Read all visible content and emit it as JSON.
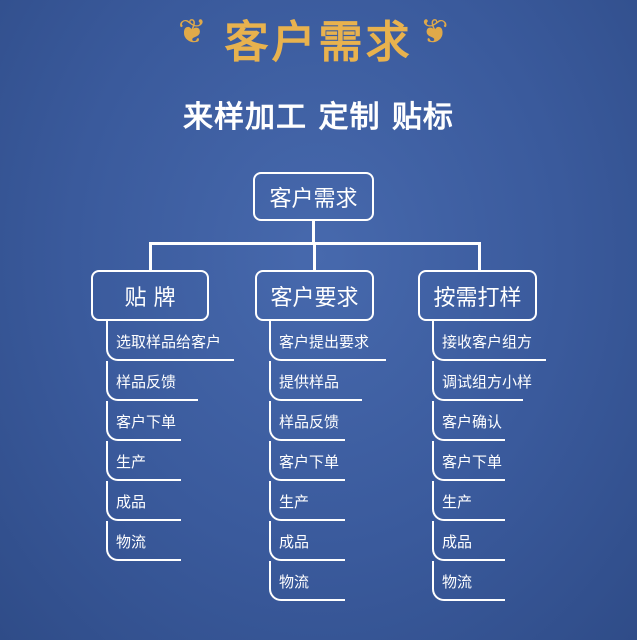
{
  "header": {
    "title": "客户需求",
    "subtitle": "来样加工 定制 贴标"
  },
  "root": {
    "label": "客户需求"
  },
  "columns": [
    {
      "label": "贴 牌",
      "items": [
        "选取样品给客户",
        "样品反馈",
        "客户下单",
        "生产",
        "成品",
        "物流"
      ]
    },
    {
      "label": "客户要求",
      "items": [
        "客户提出要求",
        "提供样品",
        "样品反馈",
        "客户下单",
        "生产",
        "成品",
        "物流"
      ]
    },
    {
      "label": "按需打样",
      "items": [
        "接收客户组方",
        "调试组方小样",
        "客户确认",
        "客户下单",
        "生产",
        "成品",
        "物流"
      ]
    }
  ],
  "colors": {
    "background": "#3a5a9c",
    "title": "#e8b24e",
    "line": "#ffffff"
  }
}
